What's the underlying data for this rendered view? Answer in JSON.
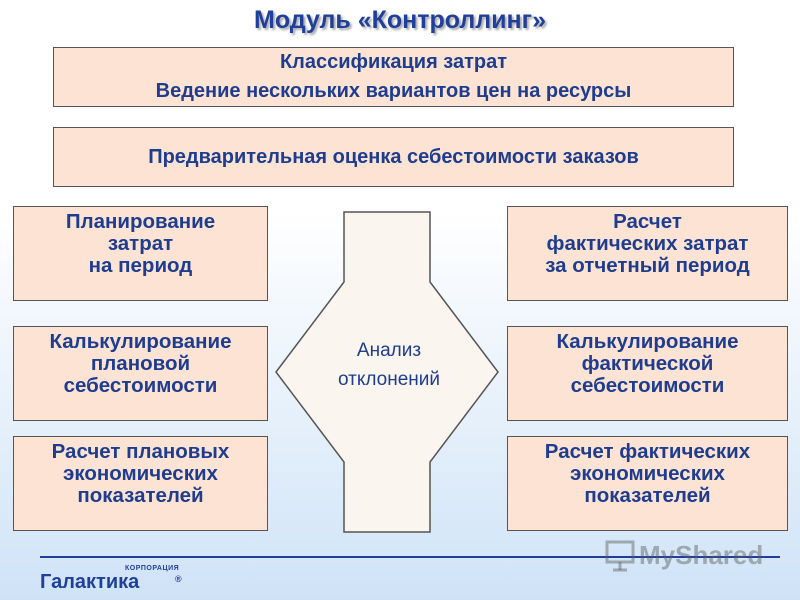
{
  "title": "Модуль «Контроллинг»",
  "top_box": {
    "line1": "Классификация затрат",
    "line2": "Ведение нескольких вариантов цен на ресурсы"
  },
  "estimate_box": {
    "text": "Предварительная оценка себестоимости заказов"
  },
  "left_column": [
    {
      "lines": [
        "Планирование",
        "затрат",
        "на период"
      ]
    },
    {
      "lines": [
        "Калькулирование",
        "плановой",
        "себестоимости"
      ]
    },
    {
      "lines": [
        "Расчет плановых",
        "экономических",
        "показателей"
      ]
    }
  ],
  "right_column": [
    {
      "lines": [
        "Расчет",
        "фактических затрат",
        "за отчетный период"
      ]
    },
    {
      "lines": [
        "Калькулирование",
        "фактической",
        "себестоимости"
      ]
    },
    {
      "lines": [
        "Расчет фактических",
        "экономических",
        "показателей"
      ]
    }
  ],
  "analysis": {
    "line1": "Анализ",
    "line2": "отклонений"
  },
  "footer": {
    "logo_top": "КОРПОРАЦИЯ",
    "logo_main": "Галактика",
    "logo_reg": "®"
  },
  "watermark": {
    "text": "MyShared",
    "icon": "presentation-board-icon"
  },
  "colors": {
    "box_fill": "#fde3d3",
    "text": "#1e3d8f",
    "title": "#1f3f9a",
    "analysis_fill": "#fbf5ef"
  }
}
